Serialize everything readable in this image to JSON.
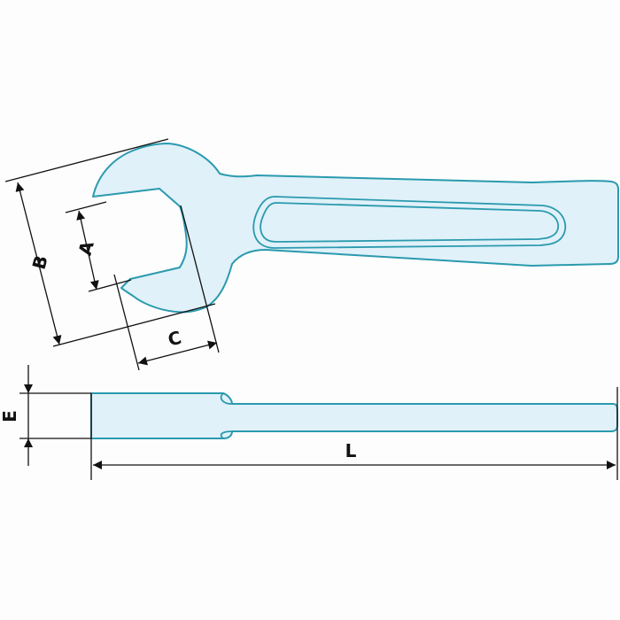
{
  "diagram": {
    "colors": {
      "fill": "#e0f1f9",
      "outline": "#2a9aae",
      "dimension": "#111111"
    },
    "labels": {
      "a": "A",
      "b": "B",
      "c": "C",
      "e": "E",
      "l": "L"
    }
  }
}
